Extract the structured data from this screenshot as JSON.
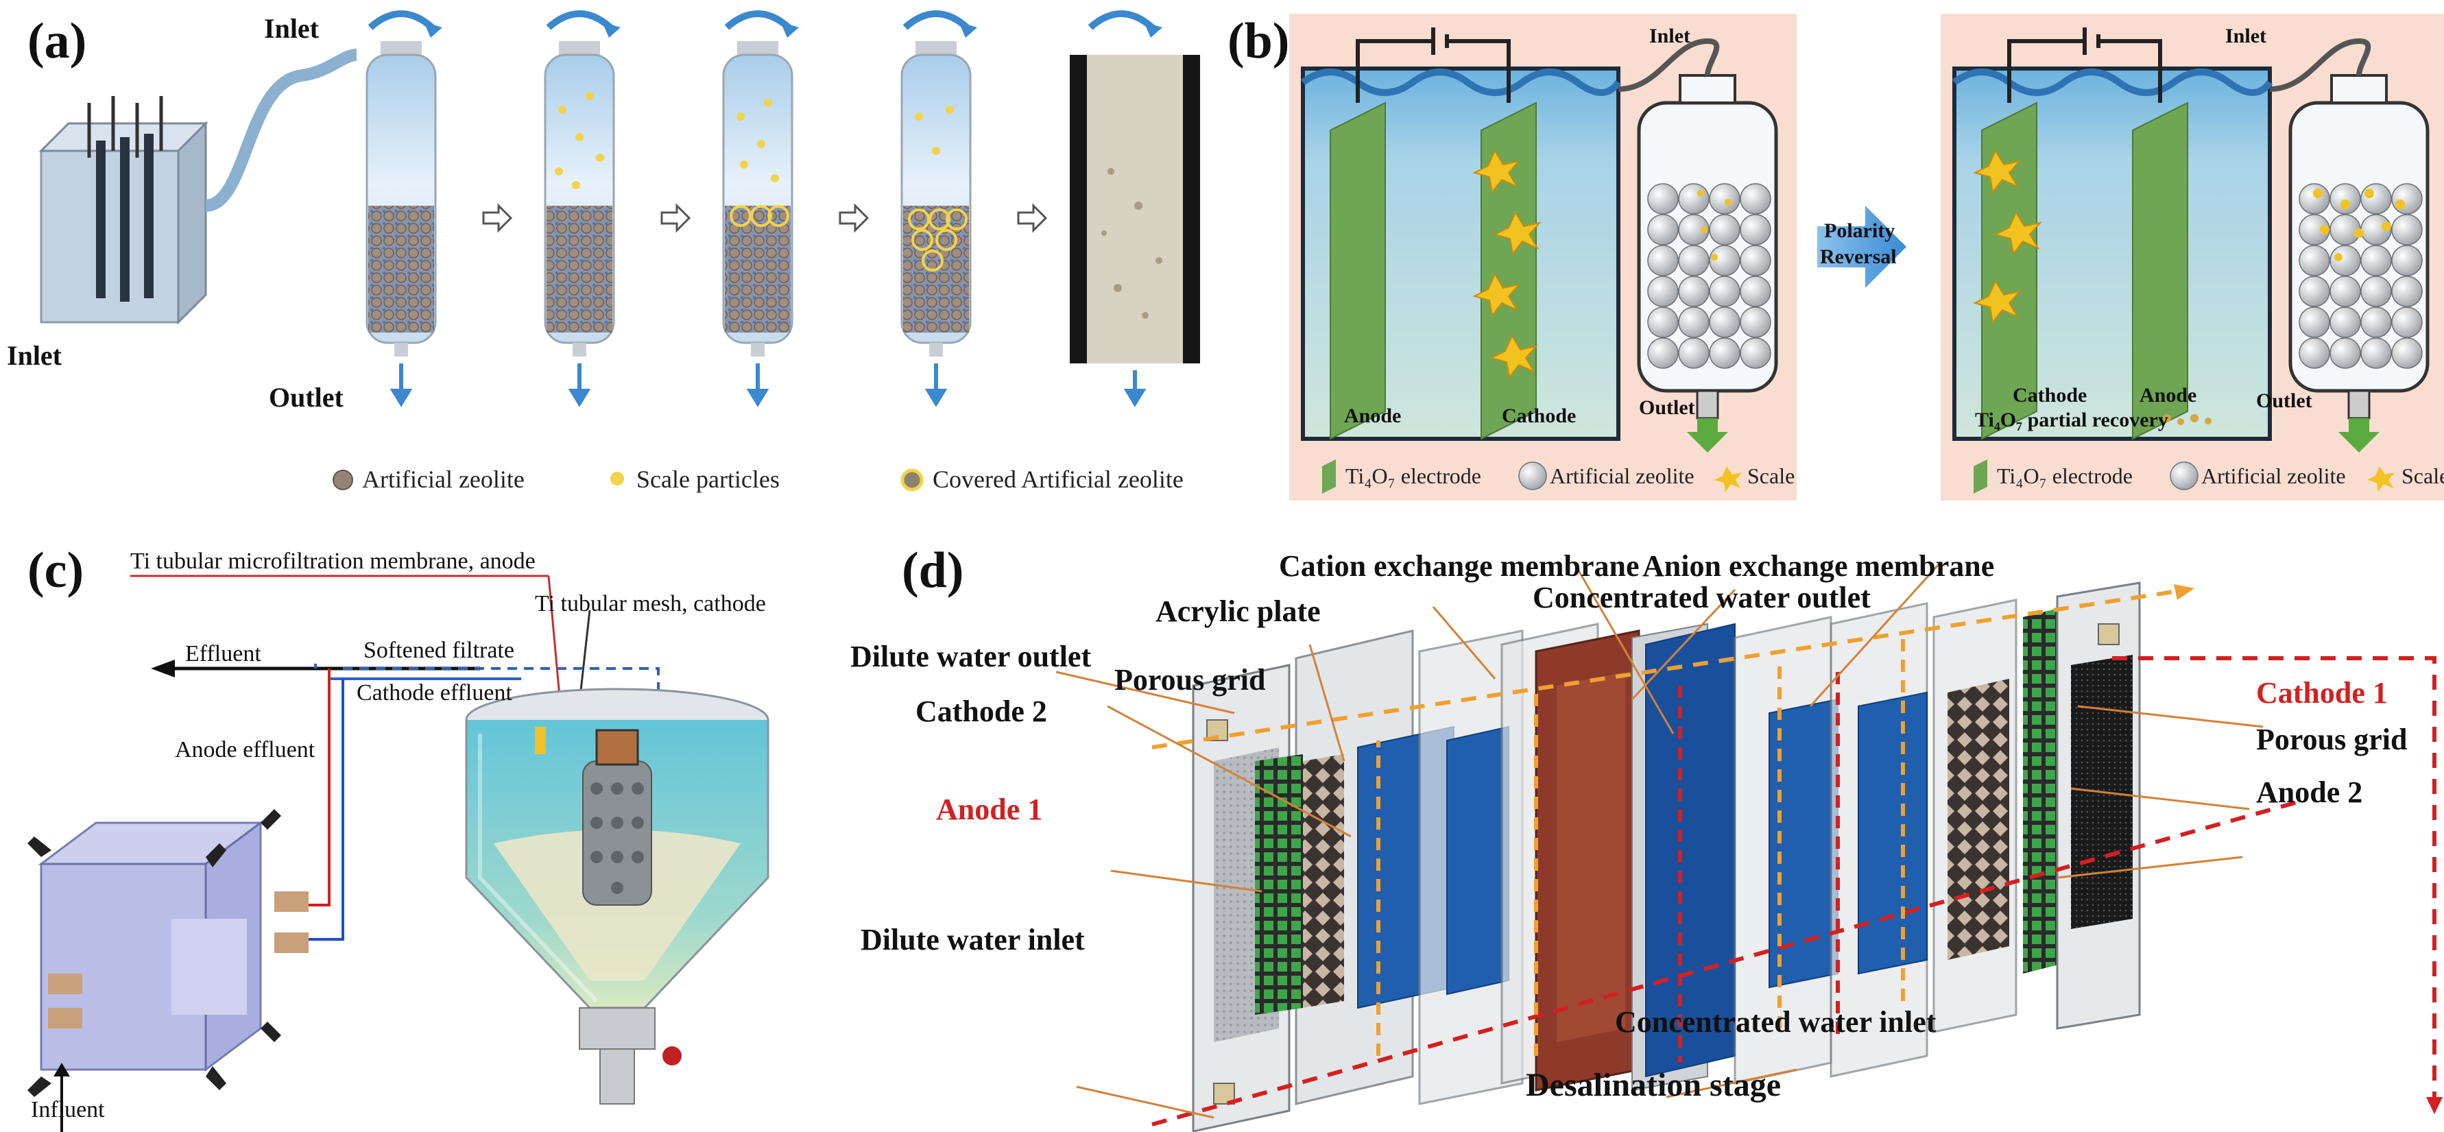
{
  "panel_a": {
    "tag": "(a)",
    "inlet_top": "Inlet",
    "inlet_left": "Inlet",
    "outlet": "Outlet",
    "legend": {
      "artificial_zeolite": "Artificial zeolite",
      "scale_particles": "Scale particles",
      "covered_zeolite": "Covered Artificial zeolite"
    }
  },
  "panel_b": {
    "tag": "(b)",
    "left": {
      "inlet": "Inlet",
      "outlet": "Outlet",
      "anode": "Anode",
      "cathode": "Cathode"
    },
    "arrow_label_1": "Polarity",
    "arrow_label_2": "Reversal",
    "right": {
      "inlet": "Inlet",
      "outlet": "Outlet",
      "cathode": "Cathode",
      "cathode_sub": "Ti₄O₇ partial recovery",
      "anode": "Anode"
    },
    "legend": {
      "electrode": "Ti₄O₇ electrode",
      "zeolite": "Artificial zeolite",
      "scale": "Scale"
    }
  },
  "panel_c": {
    "tag": "(c)",
    "anode_membrane": "Ti tubular microfiltration membrane, anode",
    "cathode_mesh": "Ti tubular mesh, cathode",
    "effluent": "Effluent",
    "softened_filtrate": "Softened filtrate",
    "cathode_effluent": "Cathode effluent",
    "anode_effluent": "Anode effluent",
    "influent": "Influent"
  },
  "panel_d": {
    "tag": "(d)",
    "cation_membrane": "Cation exchange membrane",
    "anion_membrane": "Anion exchange membrane",
    "acrylic_plate": "Acrylic plate",
    "concentrated_outlet": "Concentrated water outlet",
    "dilute_outlet": "Dilute water outlet",
    "porous_grid_left": "Porous grid",
    "cathode_2": "Cathode 2",
    "anode_1": "Anode 1",
    "dilute_inlet": "Dilute water inlet",
    "cathode_1": "Cathode 1",
    "porous_grid_right": "Porous grid",
    "anode_2": "Anode 2",
    "concentrated_inlet": "Concentrated water inlet",
    "stage": "Desalination stage"
  },
  "colors": {
    "panel_b_bg": "#f9ddd0",
    "water_blue": "#2e7fc9",
    "membrane_blue": "#1f5fae",
    "membrane_red": "#8e3a2a",
    "electrode_green": "#5f9a44",
    "scale_yellow": "#f2c320",
    "dashed_red": "#d42020",
    "dashed_orange": "#f0a030"
  }
}
